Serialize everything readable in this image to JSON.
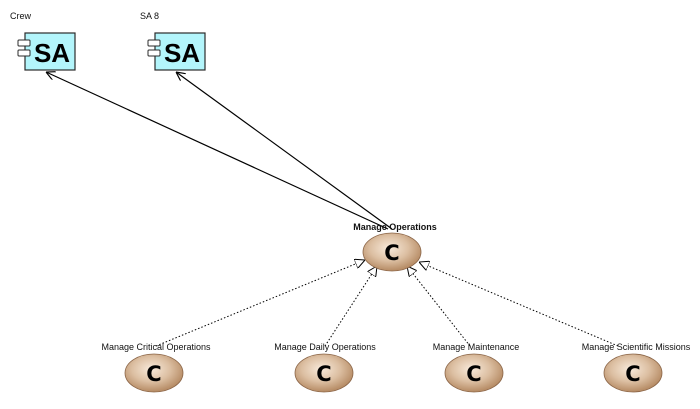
{
  "diagram": {
    "actors": [
      {
        "id": "crew",
        "label": "Crew",
        "icon_text": "SA",
        "icon": "system-actor-icon"
      },
      {
        "id": "sa8",
        "label": "SA 8",
        "icon_text": "SA",
        "icon": "system-actor-icon"
      }
    ],
    "capability_parent": {
      "id": "manage-operations",
      "label": "Manage Operations",
      "icon_text": "C",
      "icon": "capability-icon"
    },
    "capabilities": [
      {
        "id": "manage-critical-operations",
        "label": "Manage Critical Operations",
        "icon_text": "C",
        "icon": "capability-icon"
      },
      {
        "id": "manage-daily-operations",
        "label": "Manage Daily Operations",
        "icon_text": "C",
        "icon": "capability-icon"
      },
      {
        "id": "manage-maintenance",
        "label": "Manage Maintenance",
        "icon_text": "C",
        "icon": "capability-icon"
      },
      {
        "id": "manage-scientific-missions",
        "label": "Manage Scientific Missions",
        "icon_text": "C",
        "icon": "capability-icon"
      }
    ],
    "connections": [
      {
        "from": "manage-operations",
        "to": "crew",
        "style": "solid",
        "arrow": "open"
      },
      {
        "from": "manage-operations",
        "to": "sa8",
        "style": "solid",
        "arrow": "open"
      },
      {
        "from": "manage-critical-operations",
        "to": "manage-operations",
        "style": "dotted",
        "arrow": "hollow-triangle"
      },
      {
        "from": "manage-daily-operations",
        "to": "manage-operations",
        "style": "dotted",
        "arrow": "hollow-triangle"
      },
      {
        "from": "manage-maintenance",
        "to": "manage-operations",
        "style": "dotted",
        "arrow": "hollow-triangle"
      },
      {
        "from": "manage-scientific-missions",
        "to": "manage-operations",
        "style": "dotted",
        "arrow": "hollow-triangle"
      }
    ],
    "colors": {
      "actor_fill": "#b3f5fb",
      "actor_stroke": "#2b2b2b",
      "capability_center": "#f8eadb",
      "capability_edge": "#b58a63",
      "line": "#000000"
    }
  }
}
